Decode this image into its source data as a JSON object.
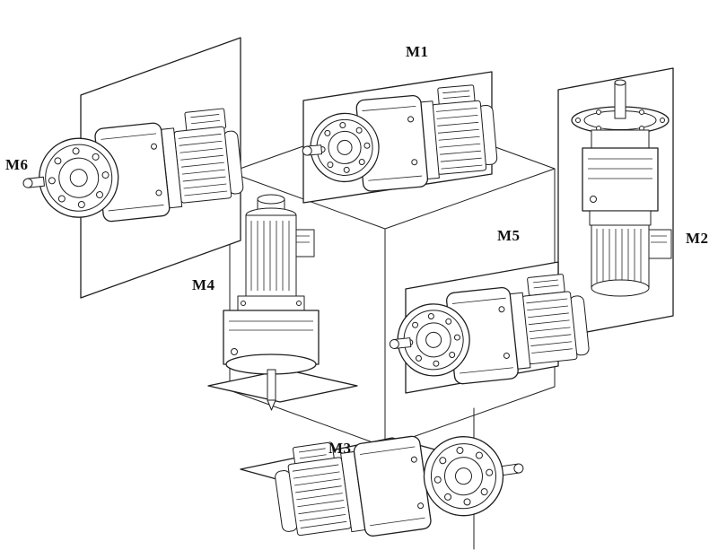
{
  "figure": {
    "description": "Gearmotor mounting positions diagram with six units arranged around an isometric cube",
    "background_color": "#ffffff",
    "line_color": "#1f1f1f",
    "labels": {
      "m1": "M1",
      "m2": "M2",
      "m3": "M3",
      "m4": "M4",
      "m5": "M5",
      "m6": "M6"
    }
  }
}
